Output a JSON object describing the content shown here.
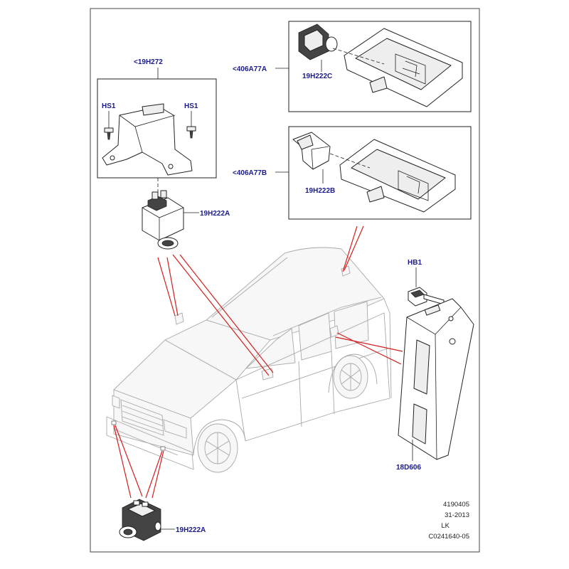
{
  "accent_colors": {
    "label_text": "#1a1a8c",
    "leader_lines": "#d41e1e",
    "vehicle_outline": "#a8a8a8"
  },
  "callouts": {
    "sensor_bracket": "<19H272",
    "screw_left": "HS1",
    "screw_right": "HS1",
    "camera_upper": "19H222A",
    "mirror_assy_c": "<406A77A",
    "camera_c": "19H222C",
    "mirror_assy_b": "<406A77B",
    "camera_b": "19H222B",
    "bolt": "HB1",
    "module": "18D606",
    "camera_lower": "19H222A"
  },
  "reference": {
    "line1": "4190405",
    "line2": "31-2013",
    "line3": "LK",
    "line4": "C0241640-05"
  }
}
